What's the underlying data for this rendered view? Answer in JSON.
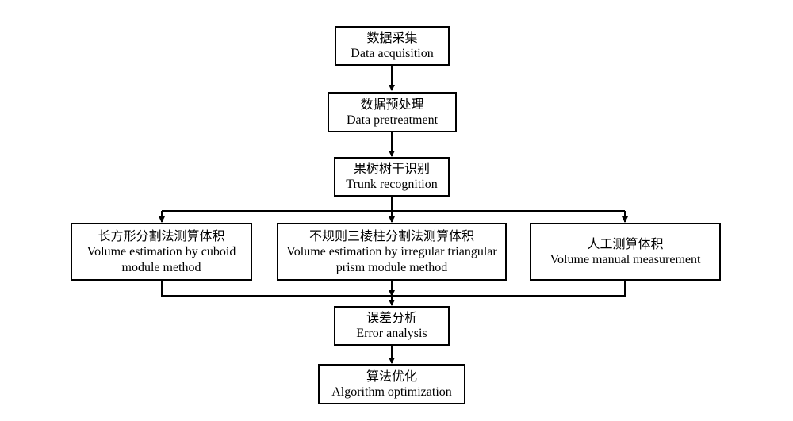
{
  "nodes": {
    "acquisition": {
      "zh": "数据采集",
      "en": "Data acquisition"
    },
    "pretreatment": {
      "zh": "数据预处理",
      "en": "Data pretreatment"
    },
    "recognition": {
      "zh": "果树树干识别",
      "en": "Trunk recognition"
    },
    "cuboid": {
      "zh": "长方形分割法测算体积",
      "en": "Volume estimation by cuboid\nmodule method"
    },
    "prism": {
      "zh": "不规则三棱柱分割法测算体积",
      "en": "Volume estimation by irregular triangular\nprism module method"
    },
    "manual": {
      "zh": "人工测算体积",
      "en": "Volume manual measurement"
    },
    "error": {
      "zh": "误差分析",
      "en": "Error analysis"
    },
    "optimization": {
      "zh": "算法优化",
      "en": "Algorithm optimization"
    }
  }
}
